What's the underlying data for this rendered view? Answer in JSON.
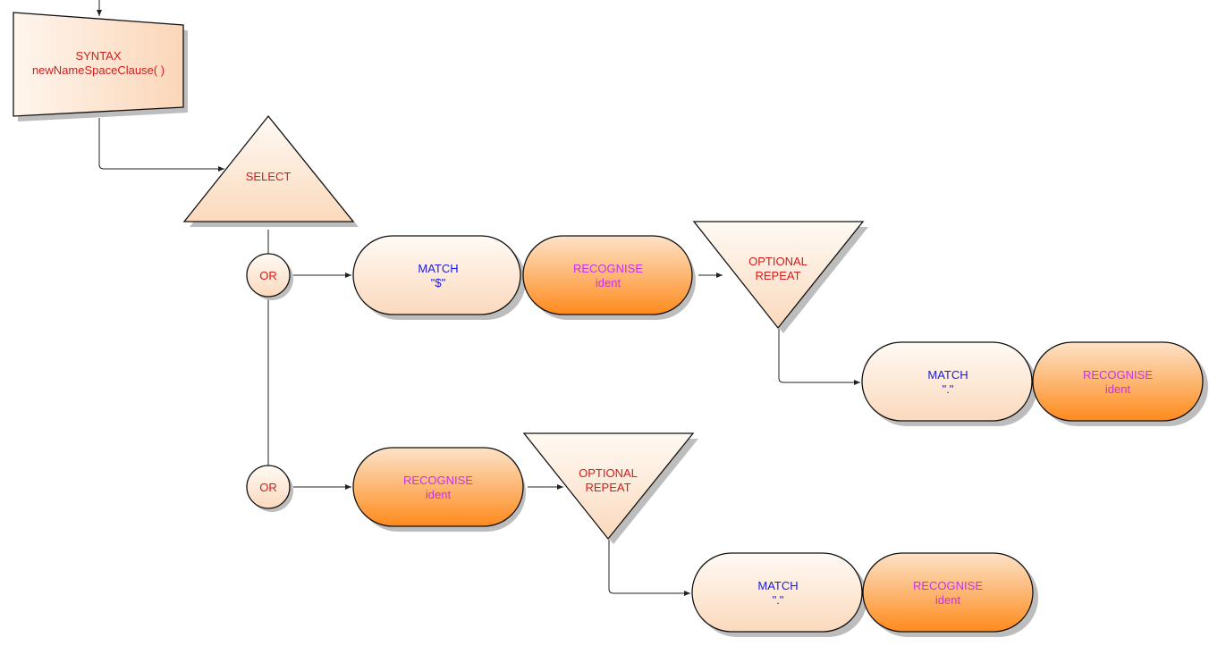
{
  "syntax": {
    "keyword": "SYNTAX",
    "name": "newNameSpaceClause( )"
  },
  "select": {
    "label": "SELECT"
  },
  "branch1": {
    "or": "OR",
    "match": {
      "keyword": "MATCH",
      "value": "\"$\""
    },
    "recognise": {
      "keyword": "RECOGNISE",
      "value": "ident"
    },
    "optional": {
      "line1": "OPTIONAL",
      "line2": "REPEAT"
    },
    "inner_match": {
      "keyword": "MATCH",
      "value": "\".\""
    },
    "inner_recognise": {
      "keyword": "RECOGNISE",
      "value": "ident"
    }
  },
  "branch2": {
    "or": "OR",
    "recognise": {
      "keyword": "RECOGNISE",
      "value": "ident"
    },
    "optional": {
      "line1": "OPTIONAL",
      "line2": "REPEAT"
    },
    "inner_match": {
      "keyword": "MATCH",
      "value": "\".\""
    },
    "inner_recognise": {
      "keyword": "RECOGNISE",
      "value": "ident"
    }
  },
  "colors": {
    "light_fill_top": "#fffaf4",
    "light_fill_bottom": "#fbd9bd",
    "orange_fill_top": "#fde3c8",
    "orange_fill_bottom": "#ff8a1c",
    "keyword_red": "#d21c1c",
    "match_blue": "#1a1ae0",
    "recognise_pink": "#c832e6"
  }
}
